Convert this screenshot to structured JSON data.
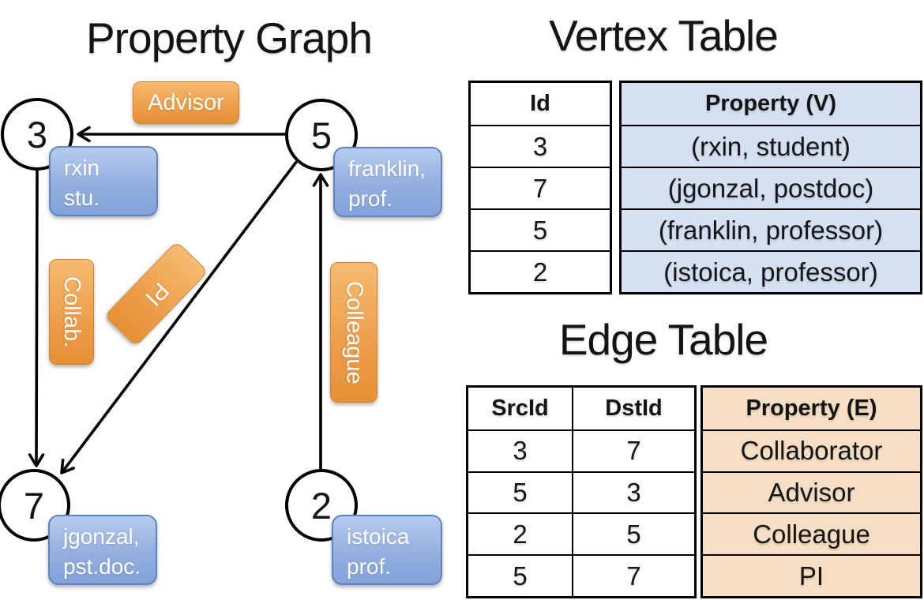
{
  "titles": {
    "graph": "Property Graph",
    "vertex_table": "Vertex Table",
    "edge_table": "Edge Table"
  },
  "graph": {
    "nodes": [
      {
        "id": "3",
        "property_lines": [
          "rxin",
          "stu."
        ]
      },
      {
        "id": "5",
        "property_lines": [
          "franklin,",
          "prof."
        ]
      },
      {
        "id": "7",
        "property_lines": [
          "jgonzal,",
          "pst.doc."
        ]
      },
      {
        "id": "2",
        "property_lines": [
          "istoica",
          "prof."
        ]
      }
    ],
    "edge_labels": [
      "Advisor",
      "Collab.",
      "PI",
      "Colleague"
    ],
    "edges": [
      {
        "from": "5",
        "to": "3",
        "label": "Advisor"
      },
      {
        "from": "3",
        "to": "7",
        "label": "Collab."
      },
      {
        "from": "5",
        "to": "7",
        "label": "PI"
      },
      {
        "from": "2",
        "to": "5",
        "label": "Colleague"
      }
    ]
  },
  "vertex_table": {
    "headers": [
      "Id",
      "Property (V)"
    ],
    "rows": [
      [
        "3",
        "(rxin, student)"
      ],
      [
        "7",
        "(jgonzal, postdoc)"
      ],
      [
        "5",
        "(franklin, professor)"
      ],
      [
        "2",
        "(istoica, professor)"
      ]
    ]
  },
  "edge_table": {
    "headers": [
      "SrcId",
      "DstId",
      "Property (E)"
    ],
    "rows": [
      [
        "3",
        "7",
        "Collaborator"
      ],
      [
        "5",
        "3",
        "Advisor"
      ],
      [
        "2",
        "5",
        "Colleague"
      ],
      [
        "5",
        "7",
        "PI"
      ]
    ]
  },
  "colors": {
    "edge_label_orange": "#eda04c",
    "vertex_label_blue": "#93afdf",
    "vertex_property_bg": "#d5e0f3",
    "edge_property_bg": "#f6dfc4",
    "line_black": "#000000"
  }
}
